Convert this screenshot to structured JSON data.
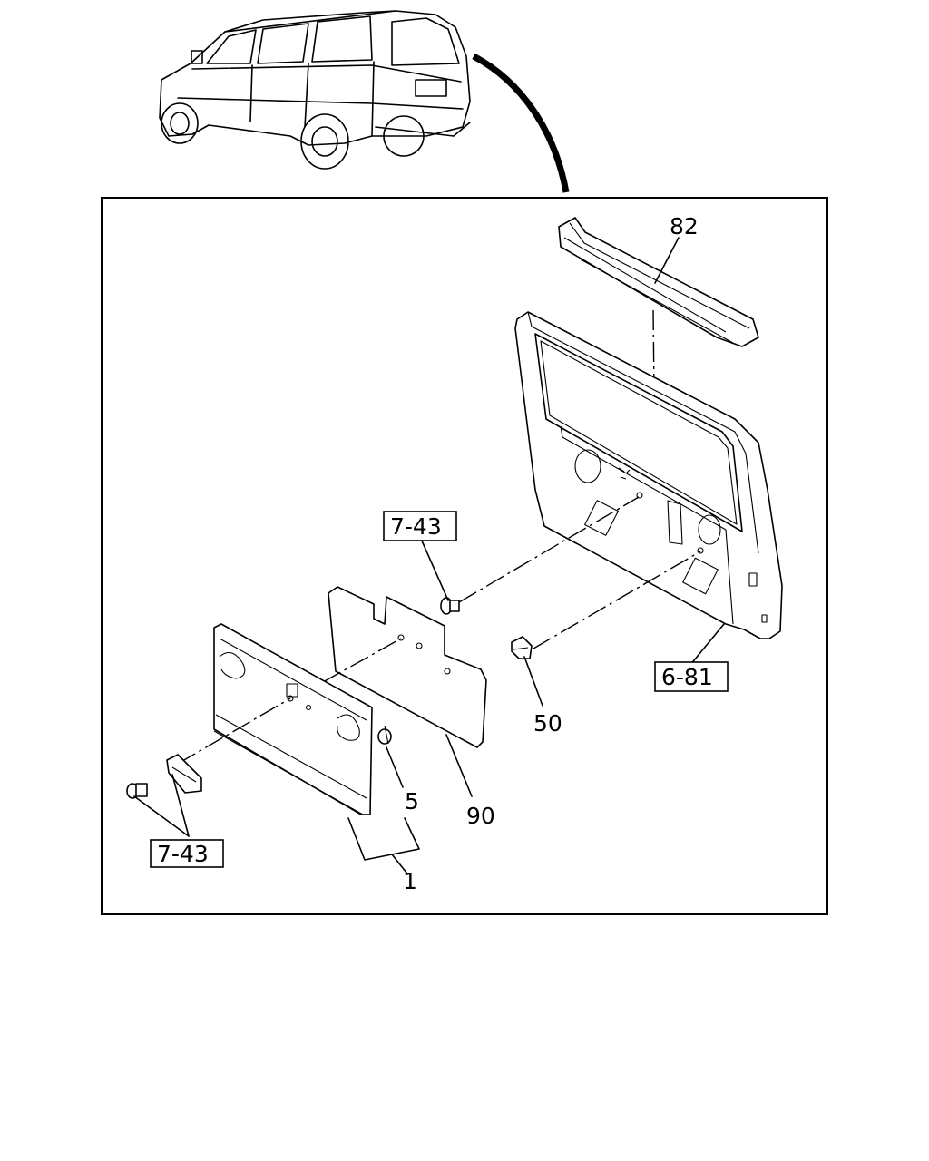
{
  "labels": {
    "p82": "82",
    "ref_7_43_top": "7-43",
    "ref_6_81": "6-81",
    "p50": "50",
    "p90": "90",
    "p5": "5",
    "ref_7_43_bottom": "7-43",
    "p1": "1"
  }
}
